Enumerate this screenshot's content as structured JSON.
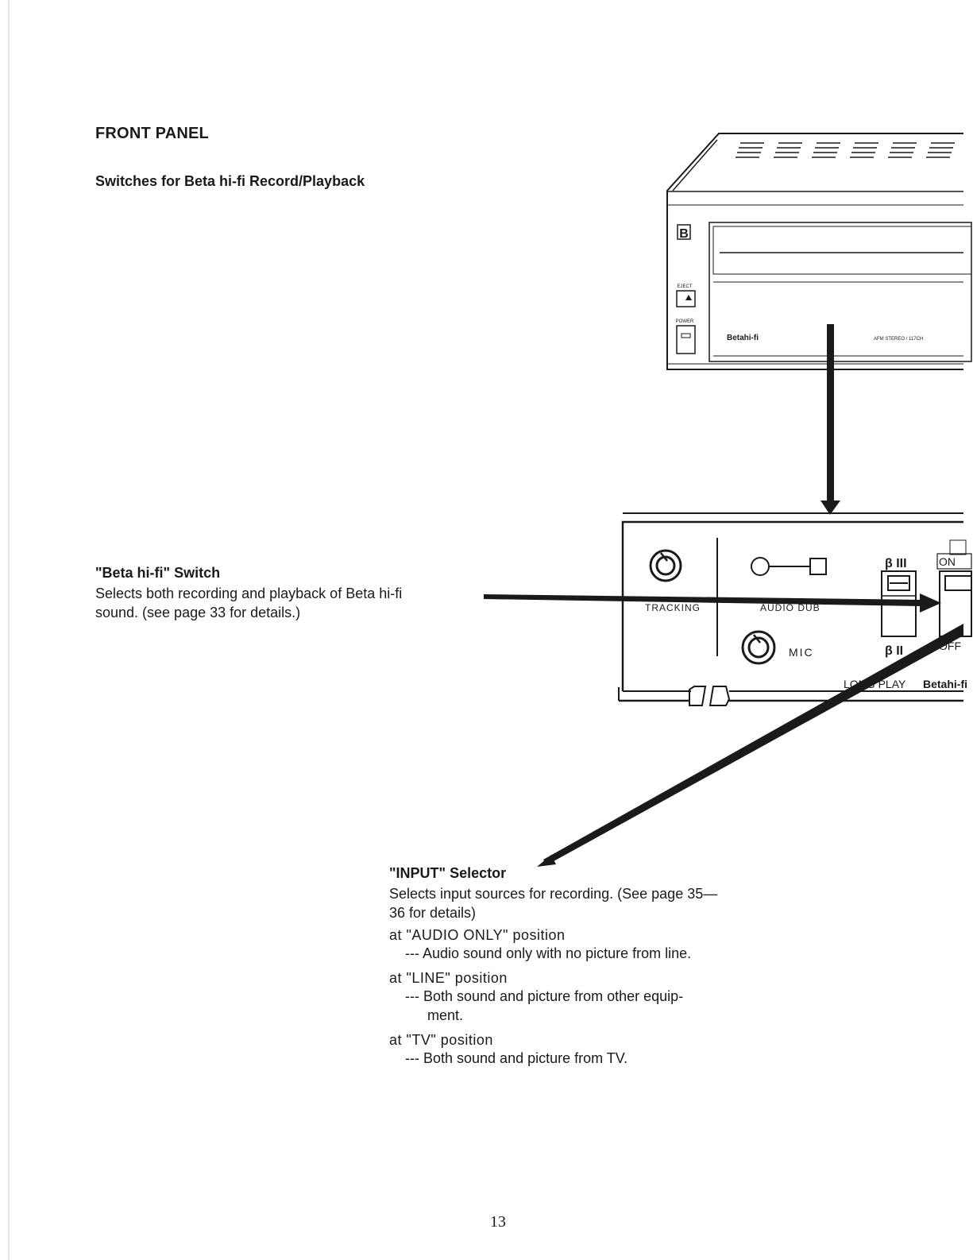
{
  "page": {
    "heading": "FRONT PANEL",
    "subheading": "Switches for Beta hi-fi Record/Playback",
    "page_number": "13"
  },
  "callouts": {
    "beta_switch": {
      "title": "\"Beta hi-fi\" Switch",
      "desc_line1": "Selects both recording and playback of Beta hi-fi",
      "desc_line2": "sound. (see page 33 for details.)"
    },
    "input_selector": {
      "title": "\"INPUT\" Selector",
      "desc_line1": "Selects input sources for recording. (See page 35—",
      "desc_line2": "36 for details)",
      "positions": [
        {
          "label": "at \"AUDIO ONLY\" position",
          "desc": "--- Audio sound only with no picture from line.",
          "desc2": ""
        },
        {
          "label": "at \"LINE\" position",
          "desc": "--- Both sound and picture from other equip-",
          "desc2": "ment."
        },
        {
          "label": "at \"TV\" position",
          "desc": "--- Both sound and picture from TV.",
          "desc2": ""
        }
      ]
    }
  },
  "vcr": {
    "logo": "B",
    "eject_label": "EJECT",
    "power_label": "POWER",
    "brand": "Betahi-fi",
    "spec": "AFM STEREO / 117CH"
  },
  "panel": {
    "tracking": "TRACKING",
    "audio_dub": "AUDIO DUB",
    "mic": "MIC",
    "beta3": "β III",
    "beta2": "β II",
    "on": "ON",
    "off": "OFF",
    "long_play": "LONG PLAY",
    "brand": "Betahi-fi"
  },
  "colors": {
    "ink": "#1a1a1a",
    "paper": "#ffffff"
  }
}
